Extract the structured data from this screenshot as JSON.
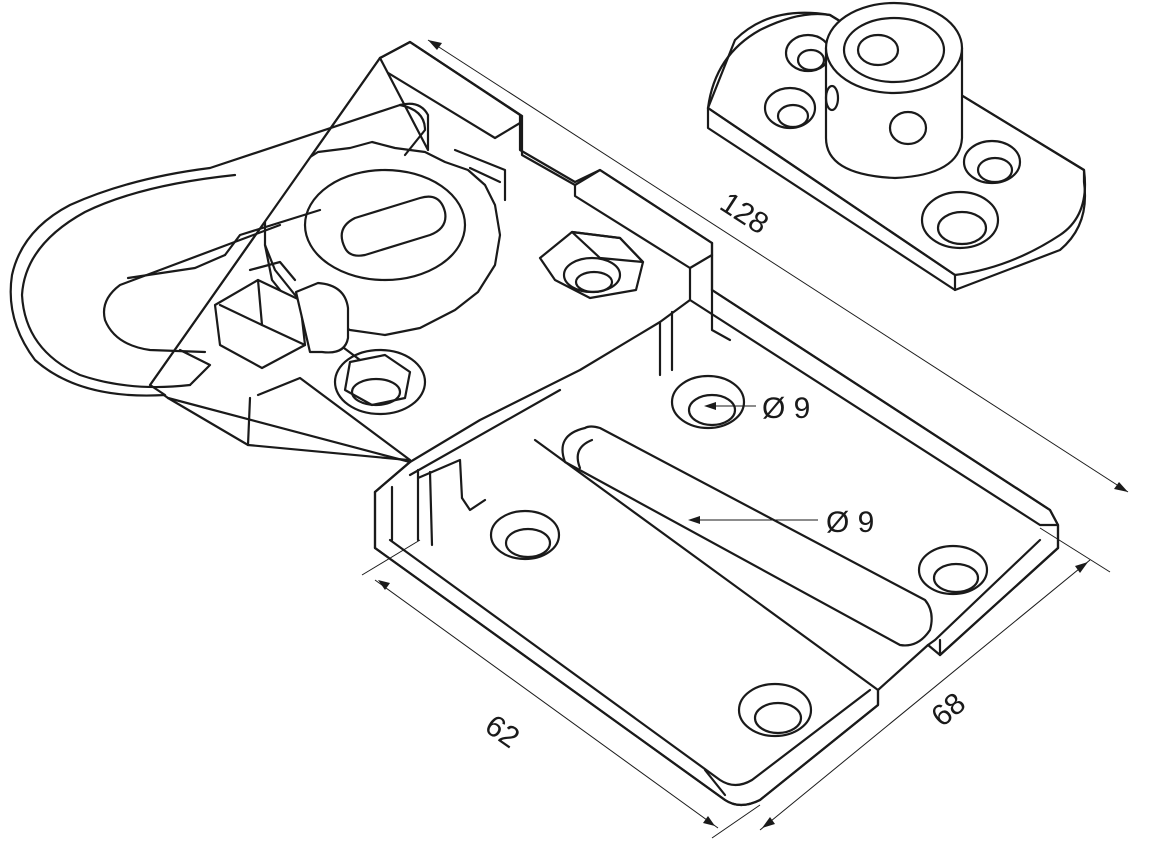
{
  "drawing": {
    "dimensions": {
      "length": "128",
      "width_front": "62",
      "width_side": "68"
    },
    "callouts": {
      "hole_upper": "Ø 9",
      "hole_slot": "Ø 9"
    }
  }
}
